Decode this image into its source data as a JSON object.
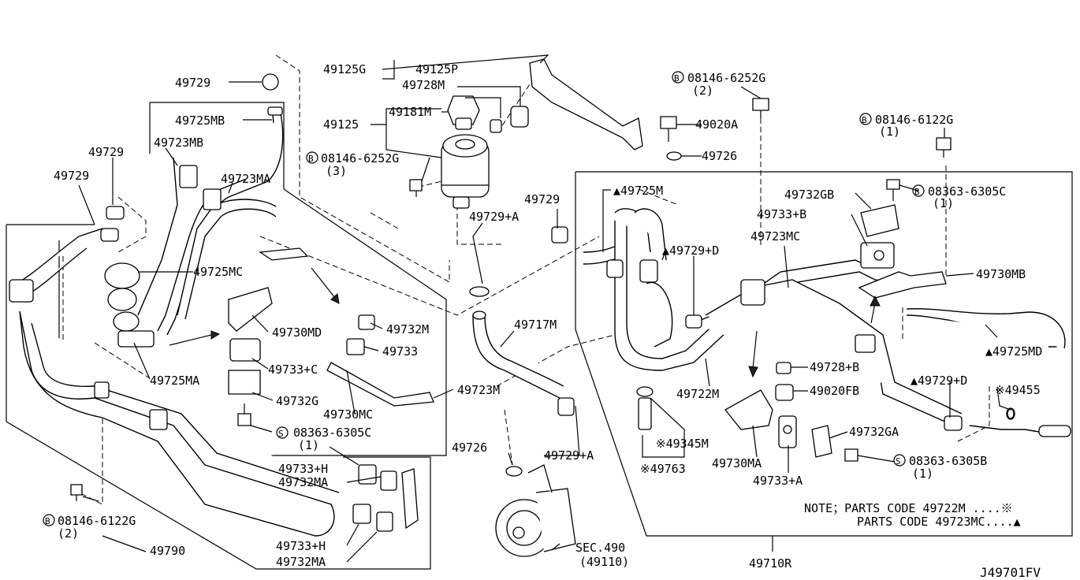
{
  "diagram": {
    "code": "J49701FV",
    "callouts": {
      "c49729_top": "49729",
      "c49725MB": "49725MB",
      "c49723MB": "49723MB",
      "c49729_a": "49729",
      "c49729_b": "49729",
      "c49723MA": "49723MA",
      "c49725MC": "49725MC",
      "c49725MA": "49725MA",
      "c49730MD": "49730MD",
      "c49732M": "49732M",
      "c49733": "49733",
      "c49733C": "49733+C",
      "c49732G": "49732G",
      "c49730MC": "49730MC",
      "c49723M": "49723M",
      "c08363_6305C": "08363-6305C",
      "c08363_6305C_qty": "(1)",
      "c49733H_a": "49733+H",
      "c49732MA_a": "49732MA",
      "c49733H_b": "49733+H",
      "c49732MA_b": "49732MA",
      "c08146_6122G_left": "08146-6122G",
      "c08146_6122G_left_qty": "(2)",
      "c49790": "49790",
      "c49125G": "49125G",
      "c49125P": "49125P",
      "c49728M": "49728M",
      "c49181M": "49181M",
      "c49125": "49125",
      "c08146_6252G_left": "08146-6252G",
      "c08146_6252G_left_qty": "(3)",
      "c49729_c": "49729",
      "c49729A_top": "49729+A",
      "c49717M": "49717M",
      "c49726_bottom": "49726",
      "c49729A_bottom": "49729+A",
      "cSEC490": "SEC.490",
      "c49110": "(49110)",
      "c08146_6252G_top": "08146-6252G",
      "c08146_6252G_top_qty": "(2)",
      "c49020A": "49020A",
      "c49726_top": "49726",
      "c08146_6122G_right": "08146-6122G",
      "c08146_6122G_right_qty": "(1)",
      "c49725M": "▲49725M",
      "c49729D_top": "▲49729+D",
      "c49732GB": "49732GB",
      "c08363_6305C_right": "08363-6305C",
      "c08363_6305C_right_qty": "(1)",
      "c49733B": "49733+B",
      "c49723MC": "49723MC",
      "c49730MB": "49730MB",
      "c49725MD": "▲49725MD",
      "c49728B": "49728+B",
      "c49020FB": "49020FB",
      "c49722M": "49722M",
      "c49729D_bottom": "▲49729+D",
      "c49455": "※49455",
      "c49345M": "※49345M",
      "c49763": "※49763",
      "c49730MA": "49730MA",
      "c49733A": "49733+A",
      "c49732GA": "49732GA",
      "c08363_6305B": "08363-6305B",
      "c08363_6305B_qty": "(1)",
      "c49710R": "49710R"
    },
    "note": {
      "line1": "NOTE；PARTS CODE 49722M ....※",
      "line2": "PARTS CODE 49723MC....▲"
    },
    "symbols": {
      "bolt_prefix": "B",
      "screw_prefix": "S"
    }
  }
}
